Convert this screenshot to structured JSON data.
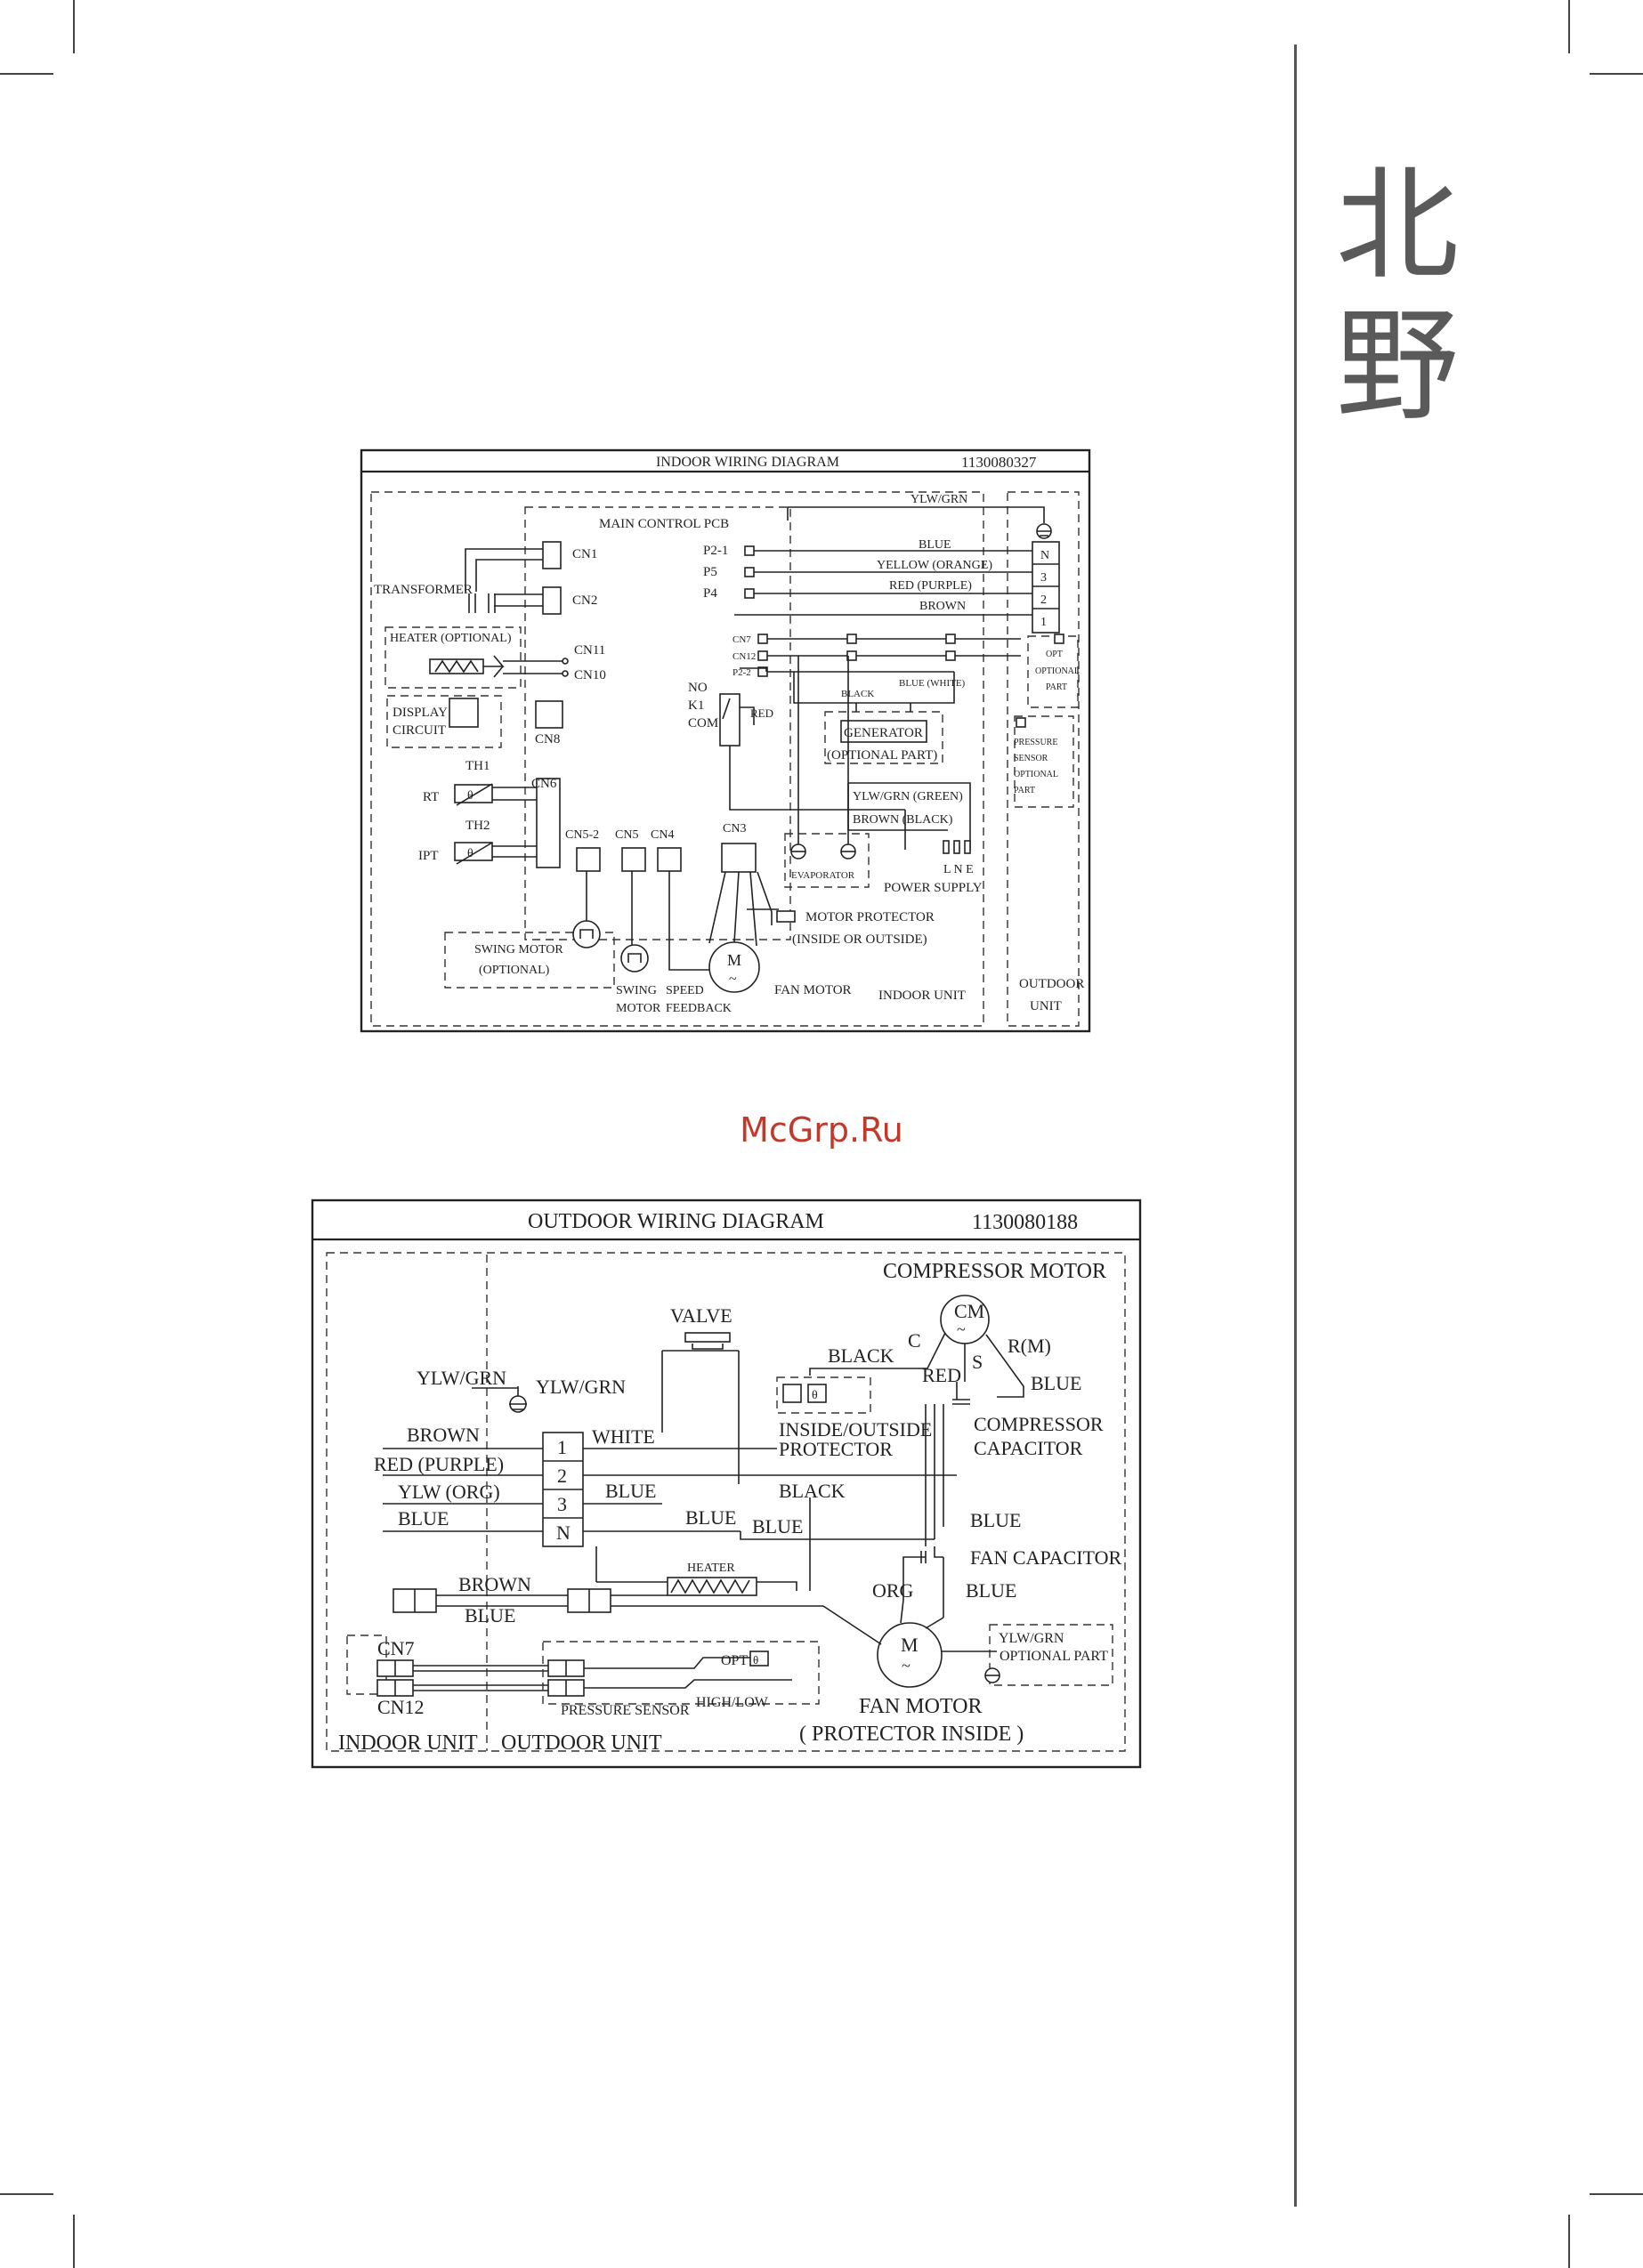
{
  "brand": {
    "line1": "北",
    "line2": "野"
  },
  "watermark": "McGrp.Ru",
  "indoor": {
    "title": "INDOOR WIRING DIAGRAM",
    "code": "1130080327",
    "pcb": "MAIN CONTROL PCB",
    "transformer": "TRANSFORMER",
    "heater": "HEATER (OPTIONAL)",
    "display": [
      "DISPLAY",
      "CIRCUIT"
    ],
    "cn": {
      "cn1": "CN1",
      "cn2": "CN2",
      "cn11": "CN11",
      "cn10": "CN10",
      "cn8": "CN8",
      "cn6": "CN6",
      "cn5_2": "CN5-2",
      "cn5": "CN5",
      "cn4": "CN4",
      "cn3": "CN3",
      "cn7": "CN7",
      "cn12": "CN12",
      "p2_2": "P2-2"
    },
    "p21": "P2-1",
    "p5": "P5",
    "p4": "P4",
    "th1": "TH1",
    "th2": "TH2",
    "rt": "RT",
    "ipt": "IPT",
    "theta": "θ",
    "relay": [
      "NO",
      "K1",
      "COM"
    ],
    "red": "RED",
    "wires": {
      "ylwgrn": "YLW/GRN",
      "blue": "BLUE",
      "yellow": "YELLOW (ORANGE)",
      "red": "RED (PURPLE)",
      "brown": "BROWN"
    },
    "term": [
      "N",
      "3",
      "2",
      "1"
    ],
    "black": "BLACK",
    "blue_white": "BLUE (WHITE)",
    "generator": "GENERATOR",
    "optional_part": "(OPTIONAL PART)",
    "opt_part": [
      "OPT",
      "OPTIONAL",
      "PART"
    ],
    "pressure": [
      "PRESSURE",
      "SENSOR",
      "OPTIONAL",
      "PART"
    ],
    "ylwgrn_green": "YLW/GRN (GREEN)",
    "brown_black": "BROWN (BLACK)",
    "evaporator": "EVAPORATOR",
    "lne": "L N E",
    "power_supply": "POWER SUPPLY",
    "motor_protector": [
      "MOTOR PROTECTOR",
      "(INSIDE OR OUTSIDE)"
    ],
    "swing_optional": [
      "SWING MOTOR",
      "(OPTIONAL)"
    ],
    "swing_motor": [
      "SWING",
      "MOTOR"
    ],
    "speed_feedback": [
      "SPEED",
      "FEEDBACK"
    ],
    "fan_motor": "FAN MOTOR",
    "indoor_unit": "INDOOR UNIT",
    "outdoor_unit": [
      "OUTDOOR",
      "UNIT"
    ],
    "m": "M",
    "tilde": "~"
  },
  "outdoor": {
    "title": "OUTDOOR WIRING DIAGRAM",
    "code": "1130080188",
    "compressor_motor": "COMPRESSOR MOTOR",
    "cm": "CM",
    "valve": "VALVE",
    "c": "C",
    "s": "S",
    "rm": "R(M)",
    "black": "BLACK",
    "red": "RED",
    "blue": "BLUE",
    "ylwgrn": "YLW/GRN",
    "brown": "BROWN",
    "red_purple": "RED (PURPLE)",
    "ylw_org": "YLW (ORG)",
    "white": "WHITE",
    "protector": [
      "INSIDE/OUTSIDE",
      "PROTECTOR"
    ],
    "comp_cap": [
      "COMPRESSOR",
      "CAPACITOR"
    ],
    "term": [
      "1",
      "2",
      "3",
      "N"
    ],
    "heater": "HEATER",
    "fan_capacitor": "FAN CAPACITOR",
    "org": "ORG",
    "cn7": "CN7",
    "cn12": "CN12",
    "opt": "OPT",
    "pressure_sensor": "PRESSURE SENSOR",
    "high_low": "HIGH/LOW",
    "ylwgrn_opt": [
      "YLW/GRN",
      "OPTIONAL PART"
    ],
    "fan_motor": "FAN MOTOR",
    "protector_inside": "( PROTECTOR INSIDE )",
    "indoor_unit": "INDOOR UNIT",
    "outdoor_unit": "OUTDOOR UNIT",
    "m": "M",
    "tilde": "~",
    "theta": "θ"
  }
}
